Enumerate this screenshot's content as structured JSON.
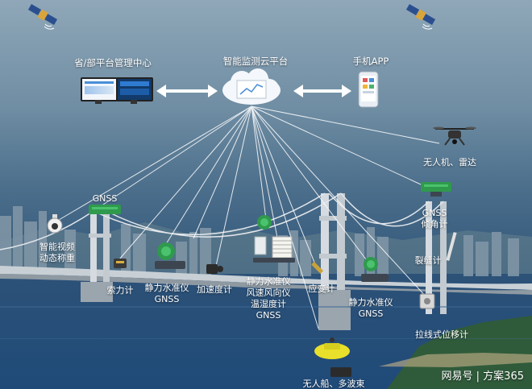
{
  "center": {
    "label": "智能监测云平台"
  },
  "left_center": {
    "label": "省/部平台管理中心"
  },
  "right_center": {
    "label": "手机APP"
  },
  "drone": {
    "label": "无人机、雷达"
  },
  "nodes": {
    "gnss_left": "GNSS",
    "video": [
      "智能视频",
      "动态称重"
    ],
    "cable_force": "索力计",
    "level_gnss_1": [
      "静力水准仪",
      "GNSS"
    ],
    "accel": "加速度计",
    "level_group": [
      "静力水准仪",
      "风速风向仪",
      "温湿度计",
      "GNSS"
    ],
    "strain": "应变计",
    "level_gnss_2": [
      "静力水准仪",
      "GNSS"
    ],
    "gnss_tilt": [
      "GNSS",
      "倾角计"
    ],
    "crack": "裂缝计",
    "displacement": "拉线式位移计",
    "boat": "无人船、多波束"
  },
  "watermark": "网易号 | 方案365",
  "colors": {
    "sky_top": "#8fa7b8",
    "water": "#1f4a78",
    "equipment_green": "#2f9a4c",
    "boat_yellow": "#e8e02a"
  }
}
